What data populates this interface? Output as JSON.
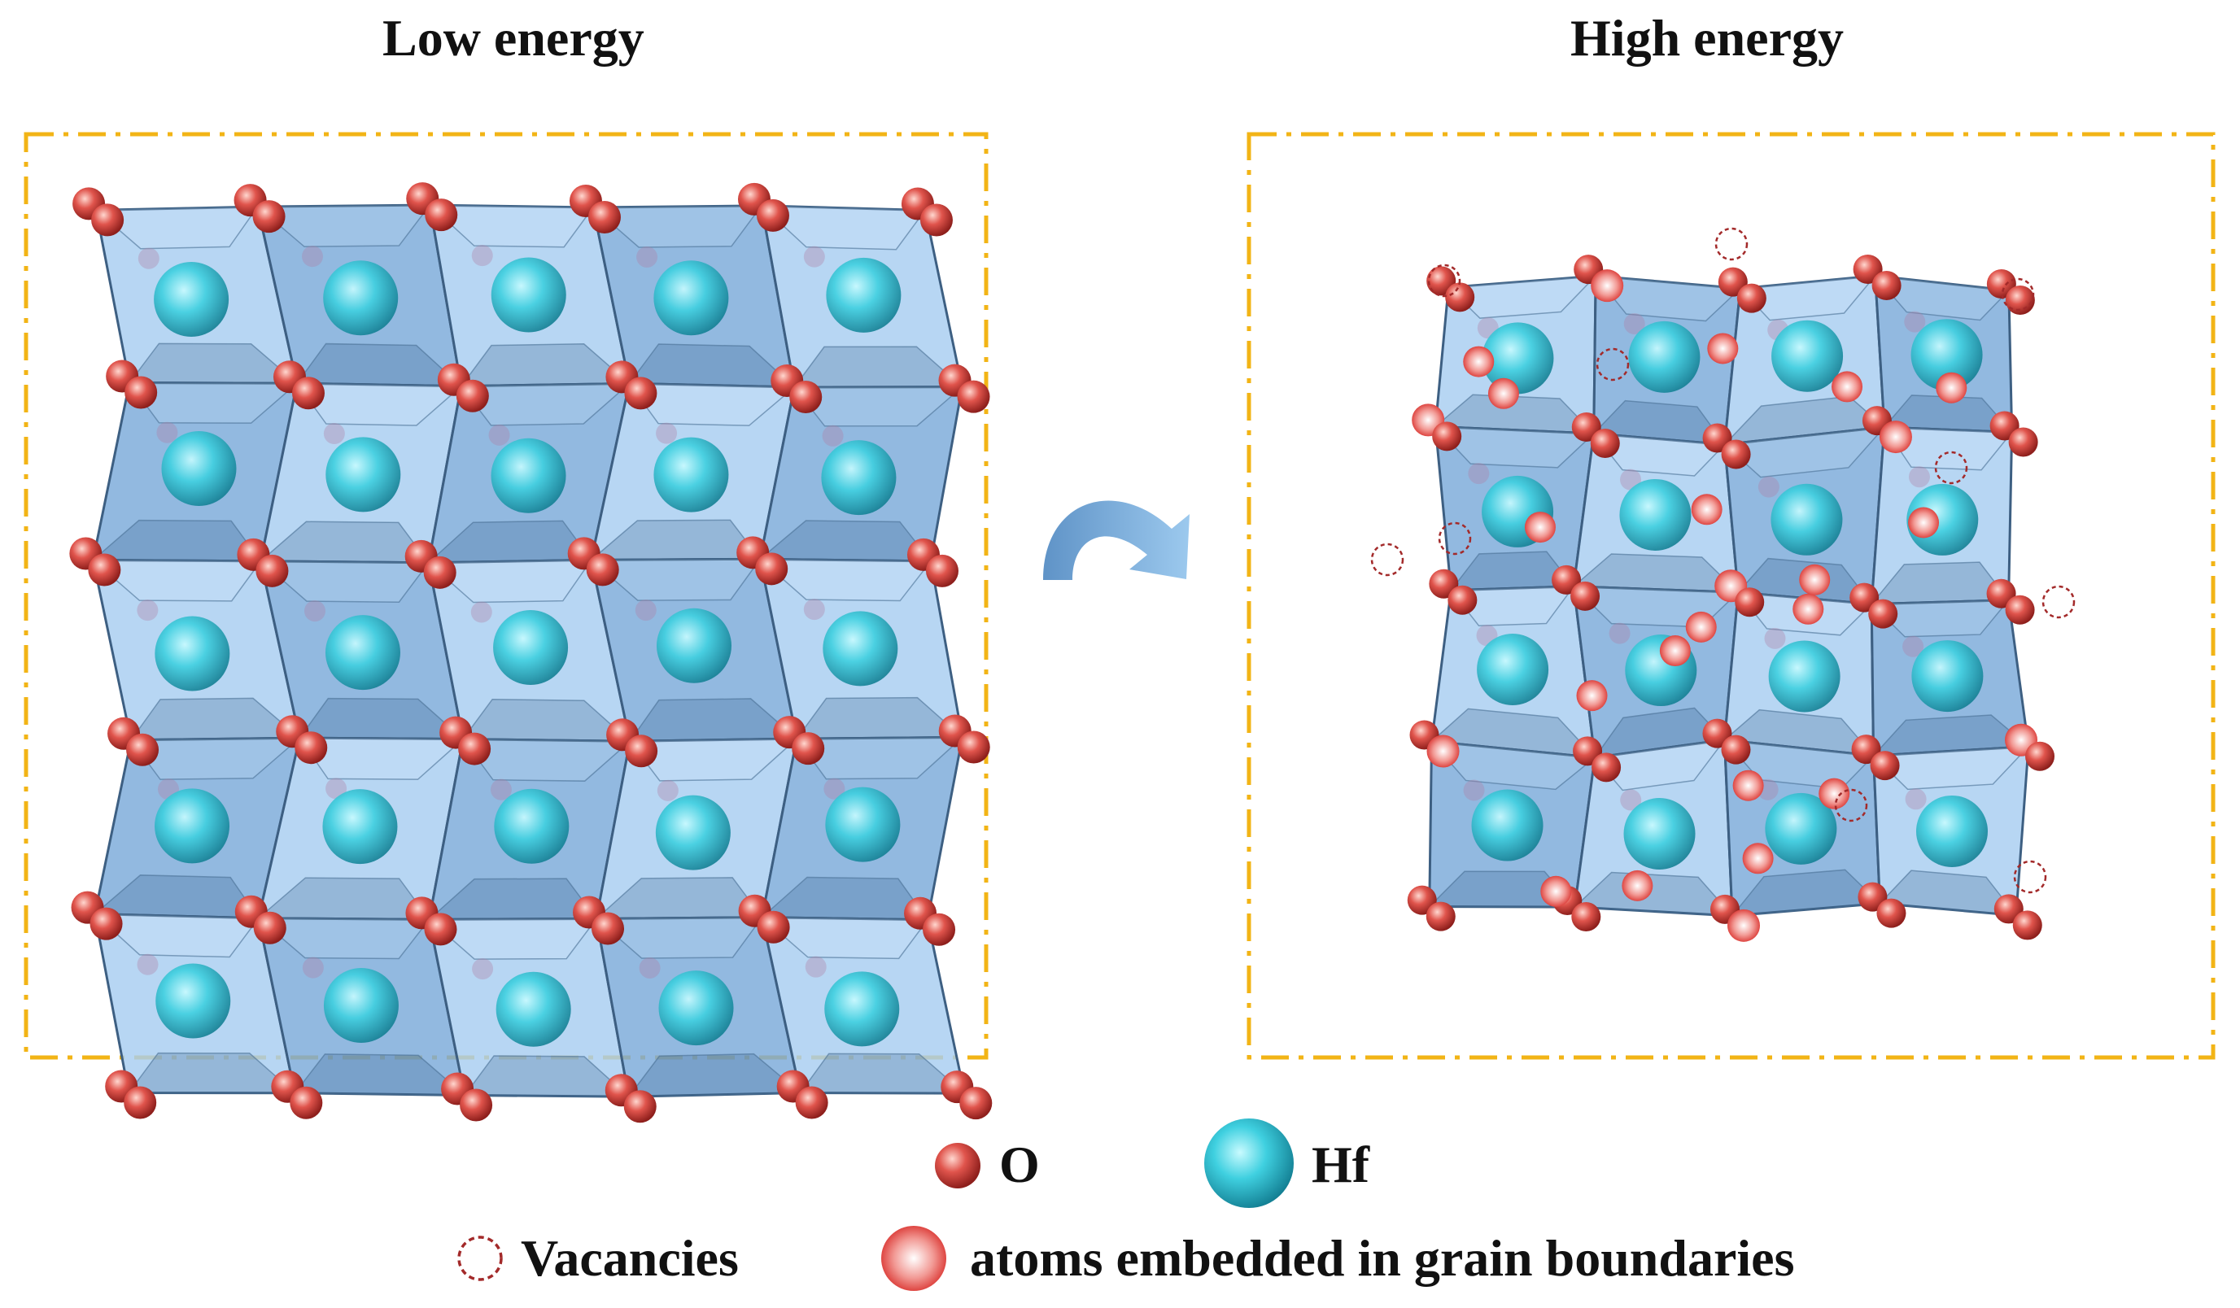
{
  "panels": {
    "left_title": "Low energy",
    "right_title": "High energy"
  },
  "legend": {
    "oxygen_label": "O",
    "hafnium_label": "Hf",
    "vacancy_label": "Vacancies",
    "embedded_label": "atoms embedded in grain boundaries"
  },
  "colors": {
    "frame": "#f2b416",
    "polyhedron": "#6fa3d8",
    "polyhedron_edge": "#3d5f82",
    "hafnium": "#35c9d9",
    "oxygen": "#d9453f",
    "vacancy": "#a32a2a",
    "arrow": "#7fb2e0"
  }
}
